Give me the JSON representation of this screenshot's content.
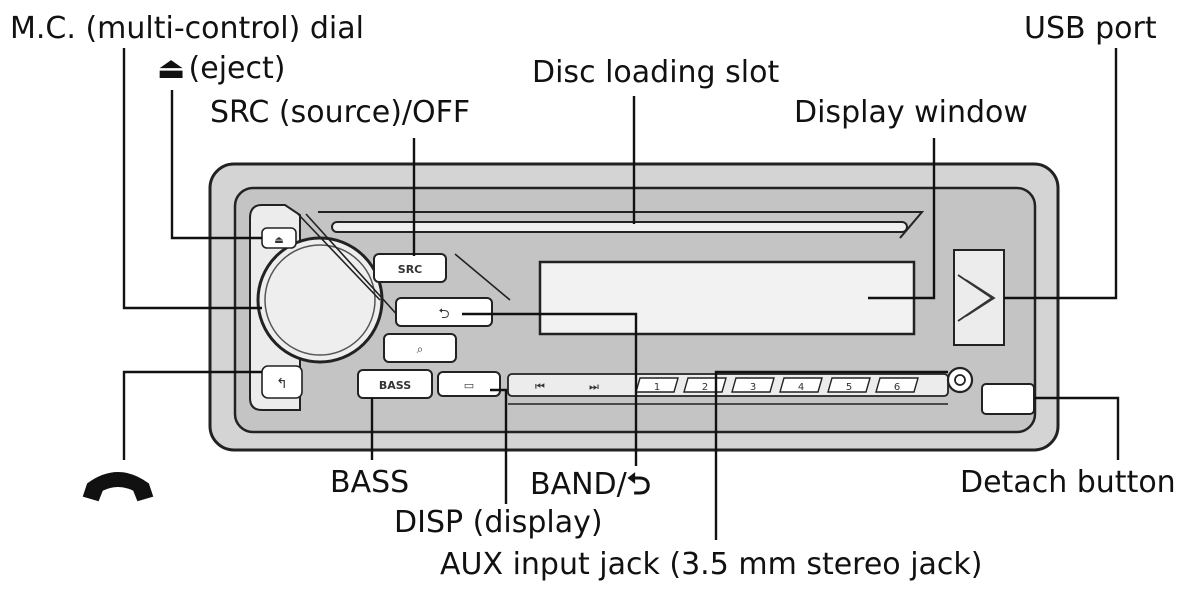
{
  "labels": {
    "mc_dial": "M.C. (multi-control) dial",
    "eject": "(eject)",
    "src_off": "SRC (source)/OFF",
    "disc_slot": "Disc loading slot",
    "display_window": "Display window",
    "usb_port": "USB port",
    "bass": "BASS",
    "band": "BAND/",
    "disp": "DISP (display)",
    "aux": "AUX input jack (3.5 mm stereo jack)",
    "detach": "Detach button"
  },
  "icons": {
    "eject": "eject-icon",
    "band_back": "return-arrow-icon",
    "phone": "phone-handset-icon"
  },
  "unit": {
    "src_button_text": "SRC",
    "bass_button_text": "BASS",
    "preset_keys": [
      "1",
      "2",
      "3",
      "4",
      "5",
      "6"
    ]
  },
  "colors": {
    "faceplate": "#bdbdbd",
    "outline": "#222222",
    "button_face": "#ffffff",
    "text": "#111111"
  }
}
